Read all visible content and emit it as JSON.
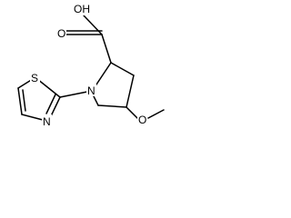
{
  "molecule": {
    "labels": {
      "hydroxyl": "OH",
      "carbonyl_oxygen": "O",
      "ring_nitrogen": "N",
      "sulfur": "S",
      "thiazole_nitrogen": "N",
      "methoxy_oxygen": "O"
    },
    "colors": {
      "bond": "#000000",
      "text": "#000000",
      "background": "#ffffff"
    }
  }
}
